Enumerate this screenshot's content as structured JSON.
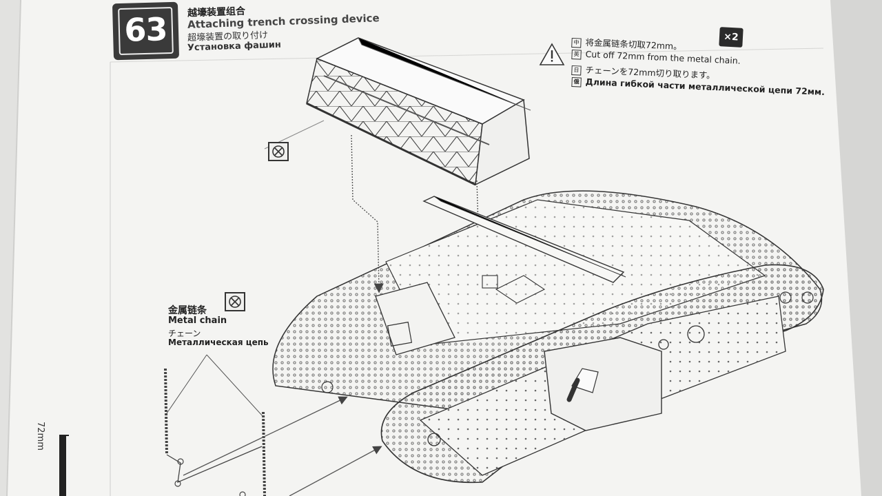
{
  "step": {
    "number": "63",
    "title_cn": "越壕装置组合",
    "title_en": "Attaching trench crossing device",
    "title_jp": "超壕装置の取り付け",
    "title_ru": "Установка фашин"
  },
  "note": {
    "cn": "将金属链条切取72mm。",
    "en": "Cut off 72mm from the metal chain.",
    "jp": "チェーンを72mm切り取ります。",
    "ru": "Длина гибкой части металлической цепи 72мм.",
    "quantity": "×2"
  },
  "part": {
    "name_cn": "金属链条",
    "name_en": "Metal chain",
    "name_jp": "チェーン",
    "name_ru": "Металлическая цепь"
  },
  "ruler_label": "72mm",
  "icons": [
    "warning-icon",
    "glue-icon",
    "language-tag-icon"
  ]
}
